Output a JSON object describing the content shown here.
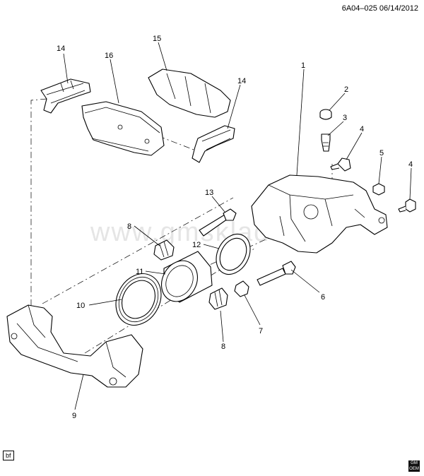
{
  "header": {
    "code": "6A04–025  06/14/2012"
  },
  "watermark": "www.gmsklad.ru",
  "corner_tag": "bf",
  "logo": {
    "text": "GM",
    "subtext": "OEM"
  },
  "callouts": [
    "1",
    "2",
    "3",
    "4",
    "5",
    "4",
    "6",
    "7",
    "8",
    "8",
    "9",
    "10",
    "11",
    "12",
    "13",
    "14",
    "14",
    "15",
    "16"
  ]
}
